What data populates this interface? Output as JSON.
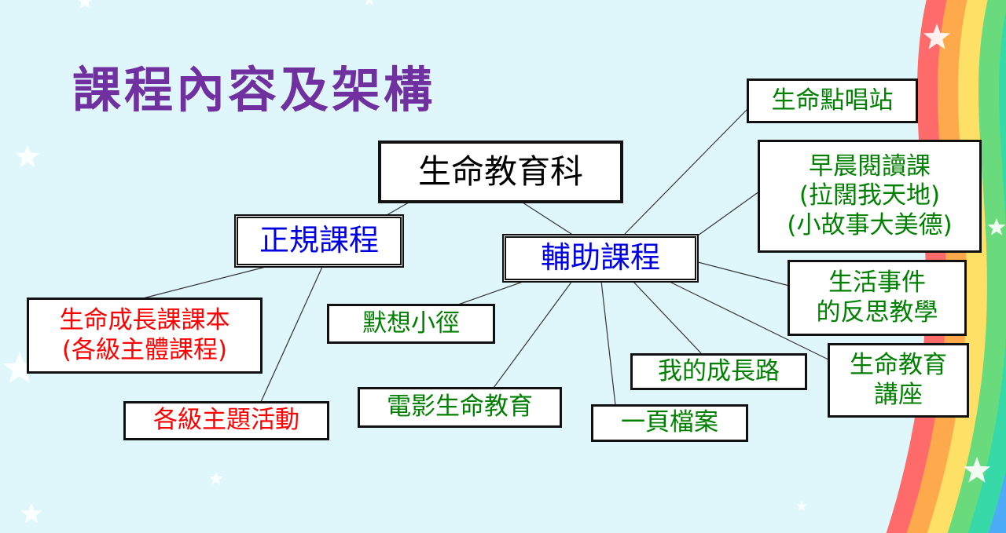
{
  "title": "課程內容及架構",
  "diagram": {
    "root": "生命教育科",
    "regular": {
      "label": "正規課程",
      "children": [
        {
          "lines": [
            "生命成長課課本",
            "(各級主體課程)"
          ]
        },
        {
          "lines": [
            "各級主題活動"
          ]
        }
      ]
    },
    "supplementary": {
      "label": "輔助課程",
      "children": [
        {
          "lines": [
            "生命點唱站"
          ]
        },
        {
          "lines": [
            "早晨閱讀課",
            "(拉闊我天地)",
            "(小故事大美德)"
          ]
        },
        {
          "lines": [
            "生活事件",
            "的反思教學"
          ]
        },
        {
          "lines": [
            "生命教育",
            "講座"
          ]
        },
        {
          "lines": [
            "我的成長路"
          ]
        },
        {
          "lines": [
            "一頁檔案"
          ]
        },
        {
          "lines": [
            "電影生命教育"
          ]
        },
        {
          "lines": [
            "默想小徑"
          ]
        }
      ]
    }
  },
  "colors": {
    "title": "#7030a0",
    "regular_label": "#0000e0",
    "regular_children": "#ff0000",
    "supplementary_children": "#008000",
    "background": "#dff7fb",
    "rainbow": [
      "#ff6b6b",
      "#ffa94d",
      "#ffe066",
      "#69db7c",
      "#38d9a9",
      "#4dabf7",
      "#9775fa",
      "#e599f7"
    ]
  }
}
